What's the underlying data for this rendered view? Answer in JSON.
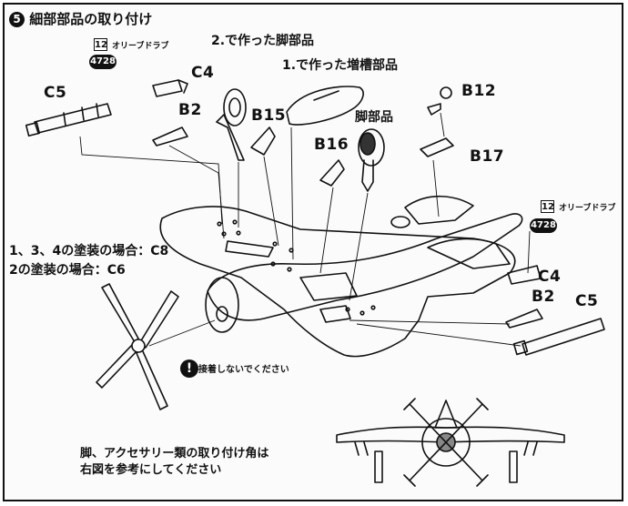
{
  "header": {
    "step_number": "5",
    "title": "細部部品の取り付け"
  },
  "labels": {
    "c5_left": "C5",
    "c4_left": "C4",
    "b2_left": "B2",
    "gear_made_in_2": "2.で作った脚部品",
    "tank_made_in_1": "1.で作った増槽部品",
    "b15": "B15",
    "b16": "B16",
    "gear_part": "脚部品",
    "b12": "B12",
    "b17": "B17",
    "c4_right": "C4",
    "b2_right": "B2",
    "c5_right": "C5"
  },
  "color_callouts": {
    "left": {
      "number": "12",
      "code": "4728",
      "name": "オリーブドラブ"
    },
    "right": {
      "number": "12",
      "code": "4728",
      "name": "オリーブドラブ"
    }
  },
  "propeller_notes": {
    "line1": "1、3、4の塗装の場合：C8",
    "line2": "2の塗装の場合：C6"
  },
  "warning": {
    "icon": "!",
    "text": "接着しないでください"
  },
  "bottom_note": {
    "line1": "脚、アクセサリー類の取り付け角は",
    "line2": "右図を参考にしてください"
  }
}
